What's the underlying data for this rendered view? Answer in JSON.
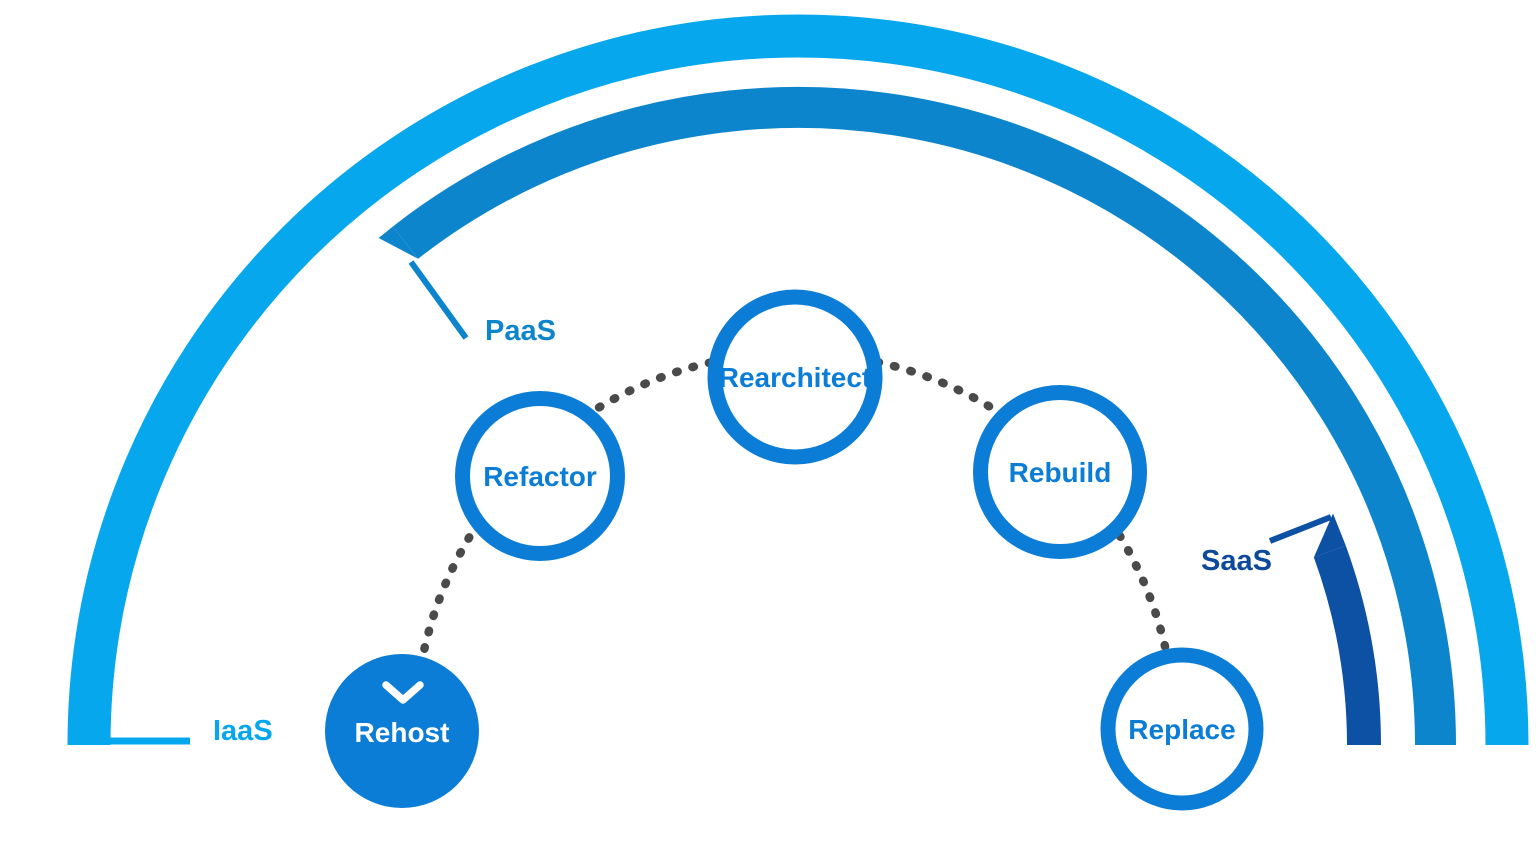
{
  "diagram": {
    "nodes": [
      {
        "id": "rehost",
        "label": "Rehost",
        "selected": true
      },
      {
        "id": "refactor",
        "label": "Refactor",
        "selected": false
      },
      {
        "id": "rearchitect",
        "label": "Rearchitect",
        "selected": false
      },
      {
        "id": "rebuild",
        "label": "Rebuild",
        "selected": false
      },
      {
        "id": "replace",
        "label": "Replace",
        "selected": false
      }
    ],
    "layers": [
      {
        "id": "iaas",
        "label": "IaaS"
      },
      {
        "id": "paas",
        "label": "PaaS"
      },
      {
        "id": "saas",
        "label": "SaaS"
      }
    ]
  },
  "colors": {
    "iaas_light_blue": "#06A7EC",
    "paas_medium_blue": "#0D85CC",
    "saas_dark_blue": "#0C51A3",
    "saas_text_blue": "#0D4A9B",
    "node_blue": "#0C7DD6",
    "dotted_gray": "#4A4A4A",
    "white": "#FFFFFF"
  }
}
